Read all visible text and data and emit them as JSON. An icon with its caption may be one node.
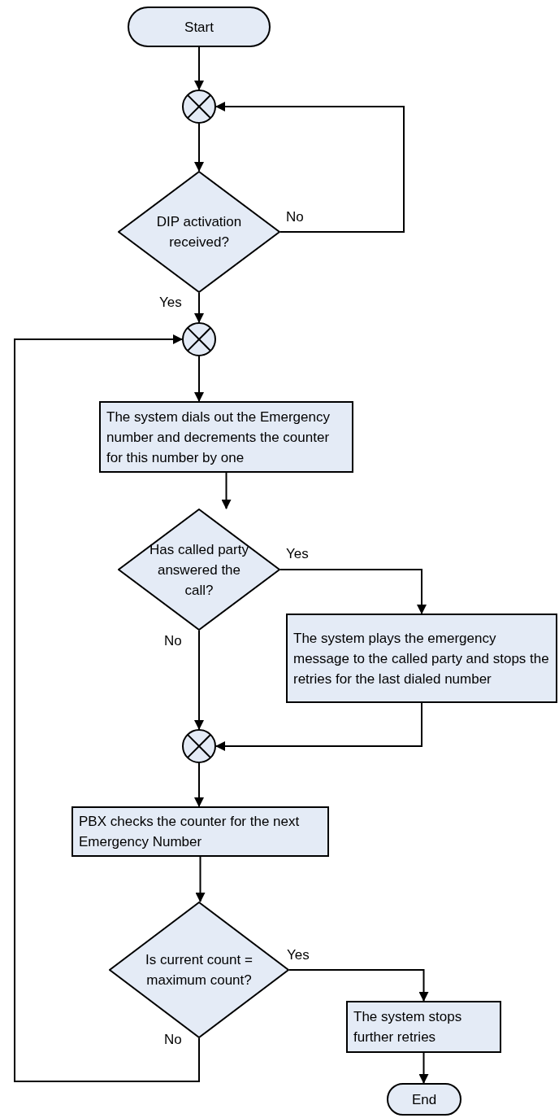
{
  "diagram": {
    "nodes": [
      {
        "text": [
          "Start"
        ]
      },
      {
        "text": [],
        "shape": "circle"
      },
      {
        "text": [
          "DIP activation received?"
        ]
      },
      {
        "text": [],
        "shape": "circle"
      },
      {
        "text": [
          "The system dials out the Emergency number and decrements the counter for this number by one"
        ]
      },
      {
        "text": [
          "Has called party answered the call?"
        ]
      },
      {
        "text": [
          "The system plays the emergency message to the called party and stops the retries for the last dialed number"
        ]
      },
      {
        "text": [],
        "shape": "circle"
      },
      {
        "text": [
          "PBX checks the counter for the next Emergency Number"
        ]
      },
      {
        "text": [
          "Is current count = maximum count?"
        ]
      },
      {
        "text": [
          "The system stops further retries"
        ]
      },
      {
        "text": [
          "End"
        ]
      }
    ],
    "edges": [
      {
        "from": 0,
        "to": 1,
        "arrow": "to"
      },
      {
        "from": 1,
        "to": 2,
        "arrow": "to"
      },
      {
        "from": 2,
        "to": 1,
        "arrow": "to",
        "label": "No"
      },
      {
        "from": 2,
        "to": 3,
        "arrow": "to",
        "label": "Yes"
      },
      {
        "from": 3,
        "to": 4,
        "arrow": "to"
      },
      {
        "from": 4,
        "to": 5,
        "arrow": "to"
      },
      {
        "from": 5,
        "to": 6,
        "arrow": "to",
        "label": "Yes"
      },
      {
        "from": 5,
        "to": 7,
        "arrow": "to",
        "label": "No"
      },
      {
        "from": 6,
        "to": 7,
        "arrow": "to"
      },
      {
        "from": 7,
        "to": 8,
        "arrow": "to"
      },
      {
        "from": 8,
        "to": 9,
        "arrow": "to"
      },
      {
        "from": 9,
        "to": 10,
        "arrow": "to",
        "label": "Yes"
      },
      {
        "from": 9,
        "to": 3,
        "arrow": "to",
        "label": "No"
      },
      {
        "from": 10,
        "to": 11,
        "arrow": "to"
      }
    ]
  }
}
